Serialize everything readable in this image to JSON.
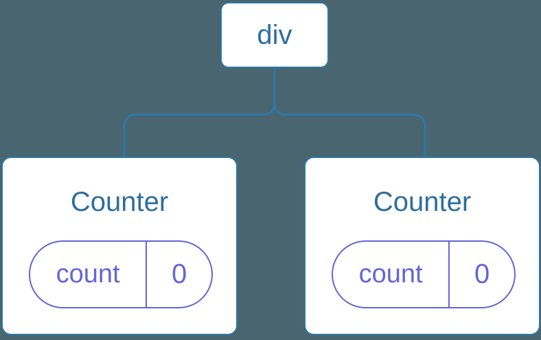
{
  "colors": {
    "canvas-bg": "#496670",
    "node-fill": "#ffffff",
    "node-border": "#2e77a8",
    "node-text": "#2e6e9e",
    "state-accent": "#6366d6",
    "connector": "#2e77a8"
  },
  "tree": {
    "root": {
      "label": "div"
    },
    "children": [
      {
        "title": "Counter",
        "state_key": "count",
        "state_value": "0"
      },
      {
        "title": "Counter",
        "state_key": "count",
        "state_value": "0"
      }
    ]
  }
}
